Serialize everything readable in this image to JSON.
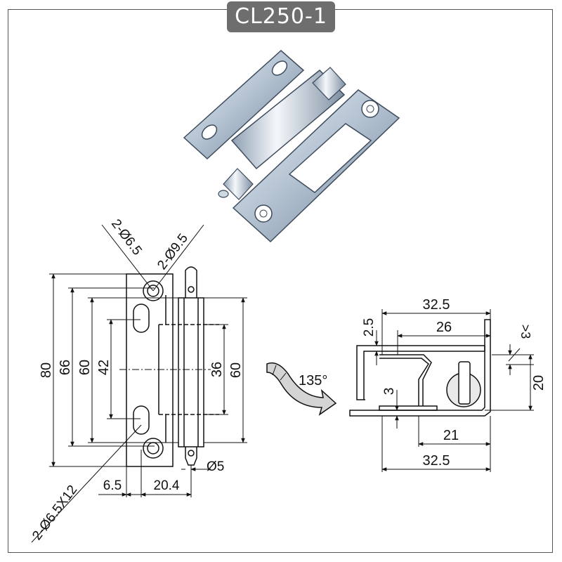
{
  "title": "CL250-1",
  "front_view": {
    "hole_callout_small": "2-Ø6.5",
    "hole_callout_large": "2-Ø9.5",
    "slot_callout": "2-Ø6.5X12",
    "dim_80": "80",
    "dim_66": "66",
    "dim_60_left": "60",
    "dim_42": "42",
    "dim_36": "36",
    "dim_60_right": "60",
    "dim_6_5": "6.5",
    "dim_20_4": "20.4",
    "dim_pin": "Ø5"
  },
  "side_view": {
    "angle": "135°",
    "dim_32_5_top": "32.5",
    "dim_26": "26",
    "dim_2_5": "2.5",
    "dim_gt3": ">3",
    "dim_20": "20",
    "dim_3": "3",
    "dim_21": "21",
    "dim_32_5_bottom": "32.5"
  },
  "colors": {
    "badge": "#6e6e6e",
    "line": "#111111",
    "metal": "#b9c6d4"
  }
}
